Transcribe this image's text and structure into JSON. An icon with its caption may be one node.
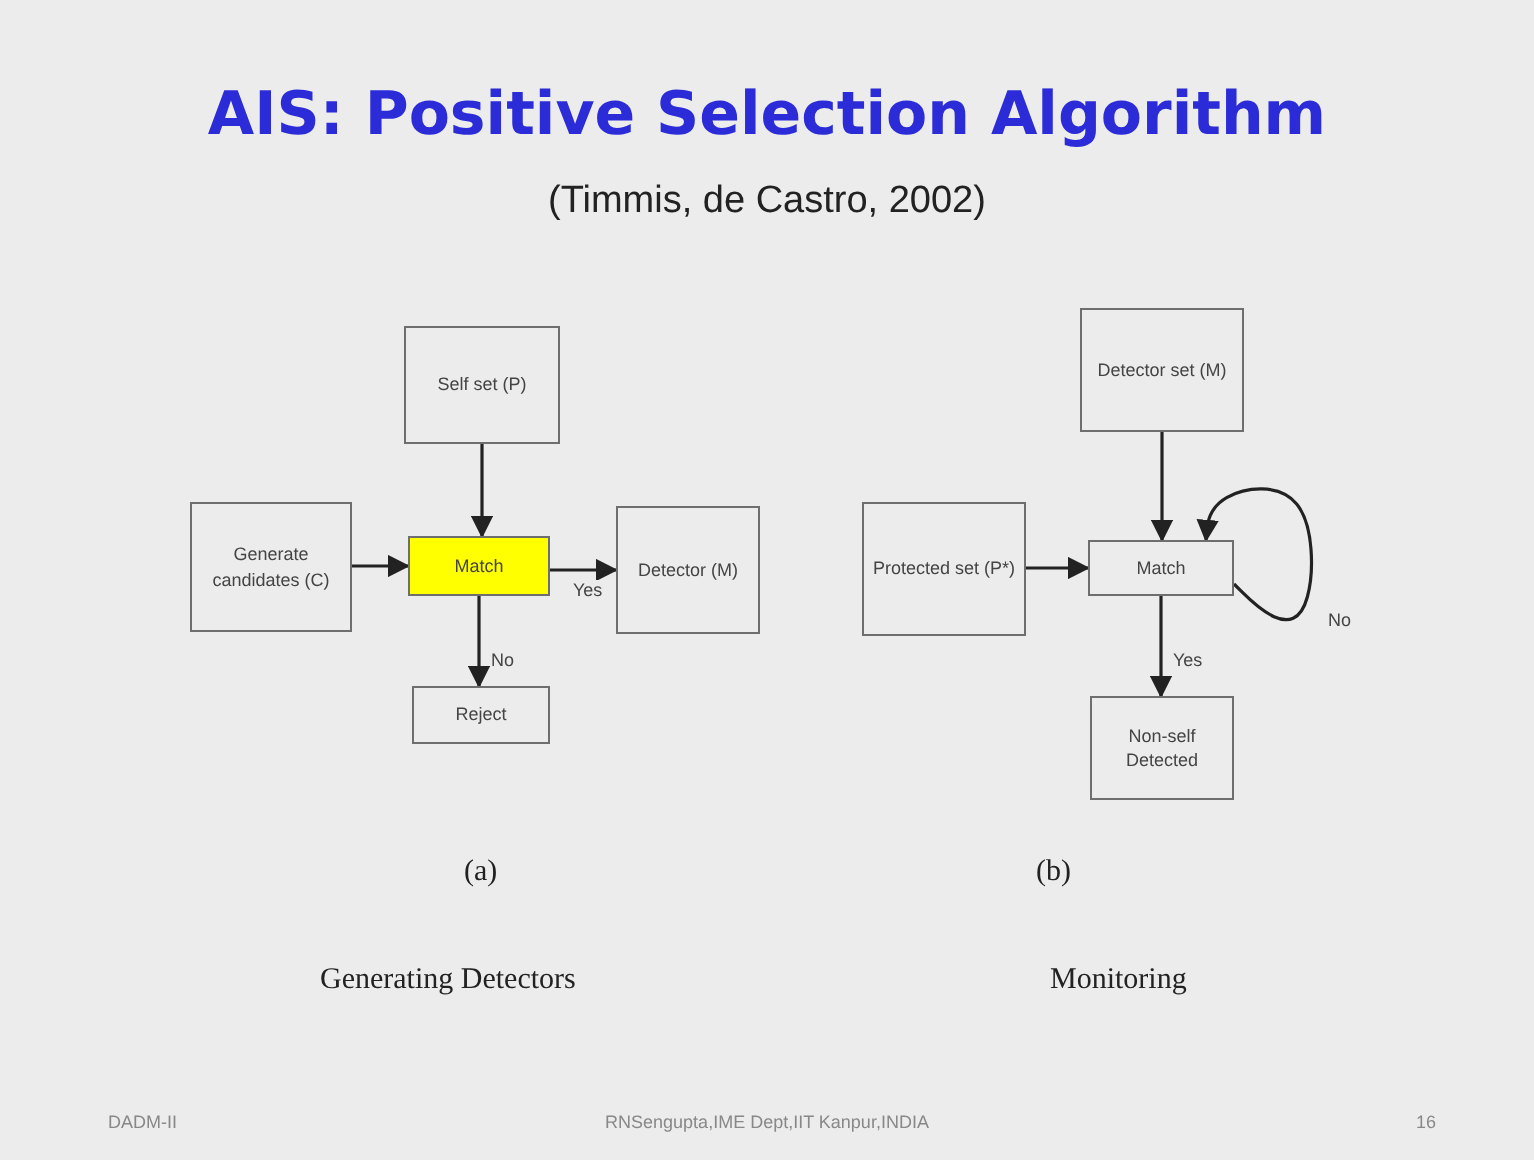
{
  "diagram": {
    "title": "AIS: Positive Selection Algorithm",
    "nodes": [
      {
        "text": [
          "Self set (P)"
        ]
      },
      {
        "text": [
          "Generate candidates (C)"
        ]
      },
      {
        "text": [
          "Match"
        ]
      },
      {
        "text": [
          "Detector (M)"
        ]
      },
      {
        "text": [
          "Reject"
        ]
      },
      {
        "text": [
          "Detector set (M)"
        ]
      },
      {
        "text": [
          "Protected set (P*)"
        ]
      },
      {
        "text": [
          "Match"
        ]
      },
      {
        "text": [
          "Non-self Detected"
        ]
      }
    ],
    "edges": [
      {
        "from": 0,
        "to": 2,
        "arrow": "to"
      },
      {
        "from": 1,
        "to": 2,
        "arrow": "to"
      },
      {
        "from": 2,
        "to": 3,
        "arrow": "to",
        "label": "Yes"
      },
      {
        "from": 2,
        "to": 4,
        "arrow": "to",
        "label": "No"
      },
      {
        "from": 5,
        "to": 7,
        "arrow": "to"
      },
      {
        "from": 6,
        "to": 7,
        "arrow": "to"
      },
      {
        "from": 7,
        "to": 7,
        "arrow": "to",
        "label": "No"
      },
      {
        "from": 7,
        "to": 8,
        "arrow": "to",
        "label": "Yes"
      }
    ],
    "labels": [
      "(Timmis, de Castro, 2002)",
      "(a)",
      "Generating Detectors",
      "(b)",
      "Monitoring",
      "DADM-II",
      "RNSengupta,IME Dept,IIT Kanpur,INDIA",
      "16"
    ]
  }
}
